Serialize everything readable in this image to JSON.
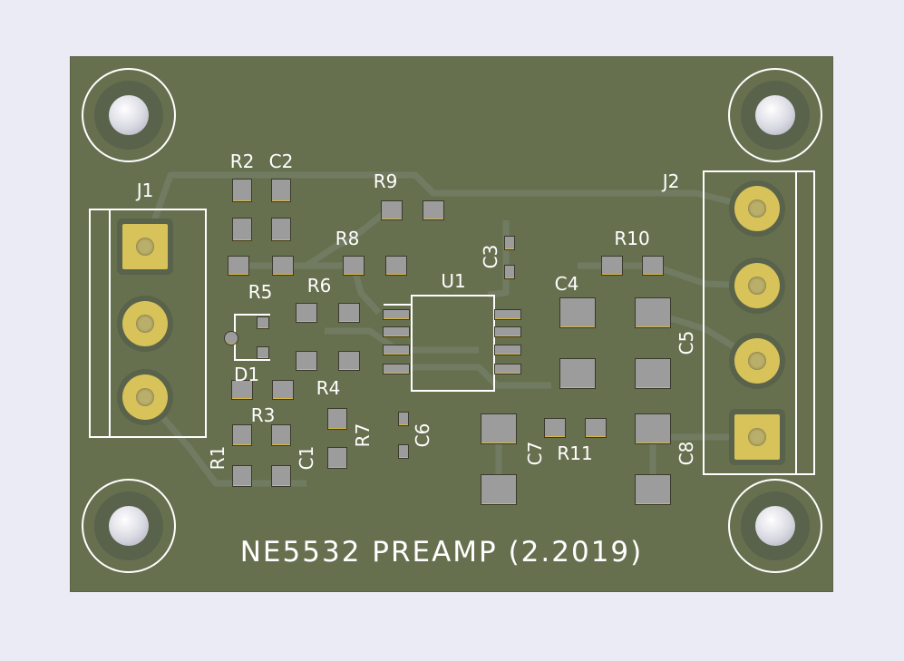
{
  "board": {
    "title": "NE5532 PREAMP (2.2019)",
    "colors": {
      "substrate": "#66704f",
      "silkscreen": "#ffffff",
      "pad": "#9c9c9c",
      "gold": "#d8c25a",
      "background": "#ebebf6"
    }
  },
  "components": {
    "J1": "J1",
    "J2": "J2",
    "U1": "U1",
    "D1": "D1",
    "R1": "R1",
    "R2": "R2",
    "R3": "R3",
    "R4": "R4",
    "R5": "R5",
    "R6": "R6",
    "R7": "R7",
    "R8": "R8",
    "R9": "R9",
    "R10": "R10",
    "R11": "R11",
    "C1": "C1",
    "C2": "C2",
    "C3": "C3",
    "C4": "C4",
    "C5": "C5",
    "C6": "C6",
    "C7": "C7",
    "C8": "C8"
  }
}
